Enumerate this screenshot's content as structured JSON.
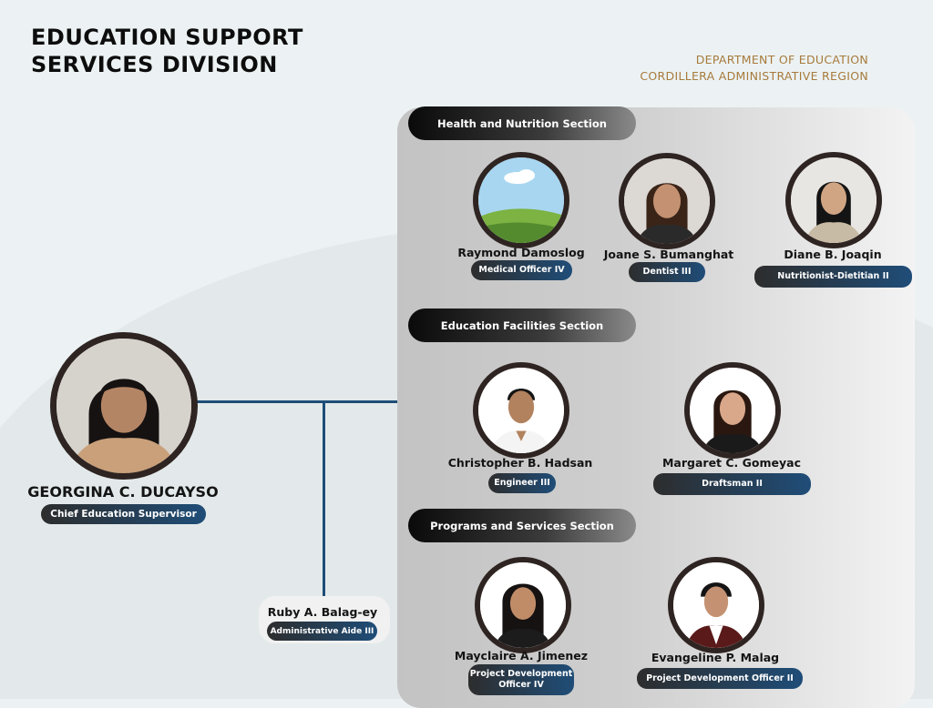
{
  "header": {
    "title_line1": "EDUCATION SUPPORT",
    "title_line2": "SERVICES DIVISION",
    "org_line1": "DEPARTMENT OF EDUCATION",
    "org_line2": "CORDILLERA ADMINISTRATIVE REGION"
  },
  "head": {
    "name": "GEORGINA C. DUCAYSO",
    "role": "Chief Education Supervisor"
  },
  "aide": {
    "name": "Ruby A. Balag-ey",
    "role": "Administrative Aide III"
  },
  "sections": [
    {
      "title": "Health and Nutrition Section",
      "members": [
        {
          "name": "Raymond Damoslog",
          "role": "Medical Officer IV"
        },
        {
          "name": "Joane S. Bumanghat",
          "role": "Dentist III"
        },
        {
          "name": "Diane B. Joaqin",
          "role": "Nutritionist-Dietitian II"
        }
      ]
    },
    {
      "title": "Education Facilities Section",
      "members": [
        {
          "name": "Christopher B. Hadsan",
          "role": "Engineer III"
        },
        {
          "name": "Margaret C. Gomeyac",
          "role": "Draftsman II"
        }
      ]
    },
    {
      "title": "Programs and Services Section",
      "members": [
        {
          "name": "Mayclaire A. Jimenez",
          "role_line1": "Project Development",
          "role_line2": "Officer IV"
        },
        {
          "name": "Evangeline P. Malag",
          "role": "Project Development Officer II"
        }
      ]
    }
  ],
  "colors": {
    "accent": "#1f4d78",
    "title_gold": "#a77a3c",
    "frame": "#2e2421"
  }
}
